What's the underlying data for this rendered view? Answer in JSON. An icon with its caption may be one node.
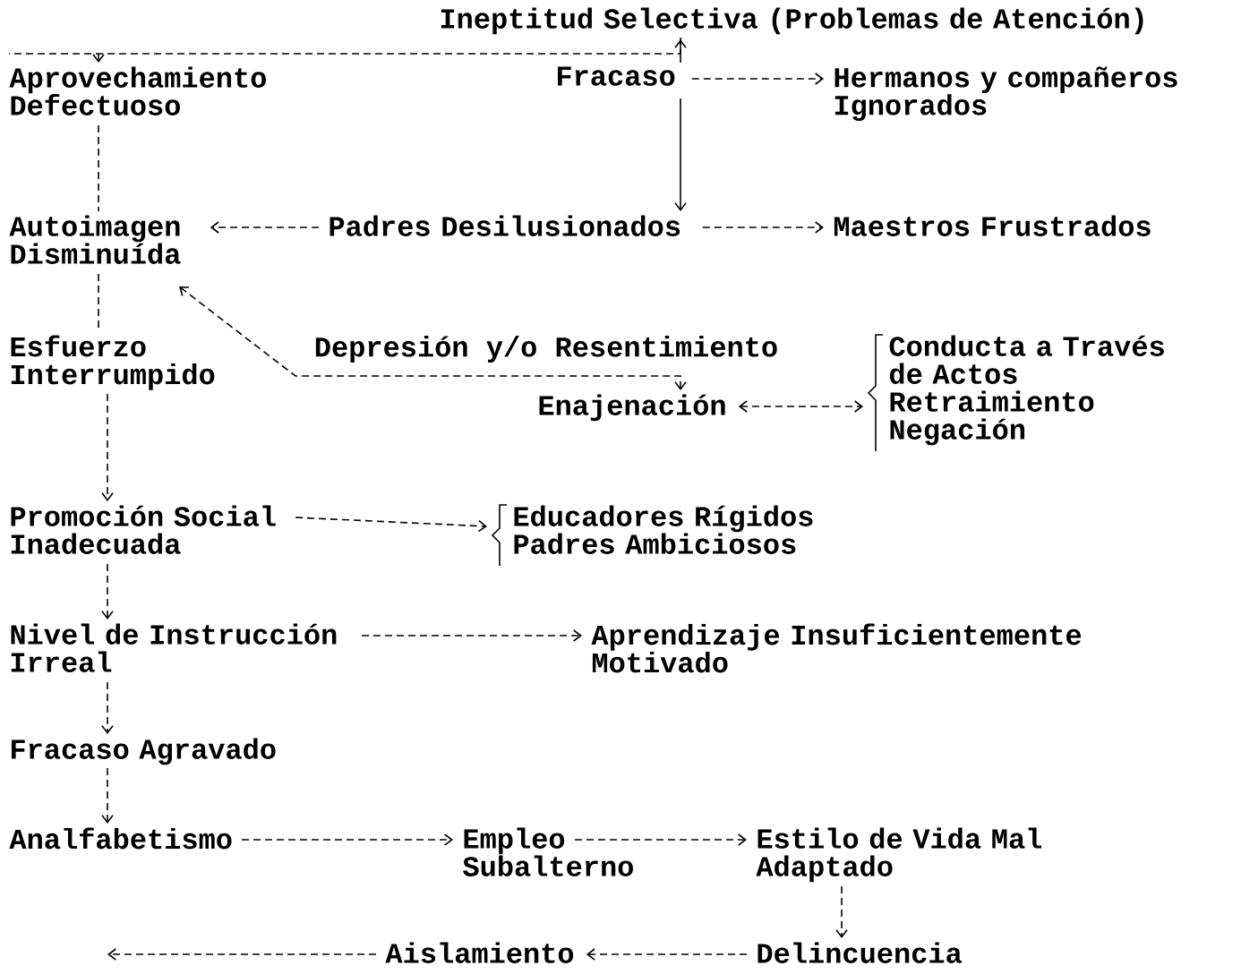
{
  "diagram": {
    "nodes": [
      {
        "text": [
          "Ineptitud Selectiva (Problemas de Atención)"
        ]
      },
      {
        "text": [
          "Aprovechamiento Defectuoso"
        ]
      },
      {
        "text": [
          "Fracaso"
        ]
      },
      {
        "text": [
          "Hermanos y compañeros Ignorados"
        ]
      },
      {
        "text": [
          "Autoimagen Disminuída"
        ]
      },
      {
        "text": [
          "Padres Desilusionados"
        ]
      },
      {
        "text": [
          "Maestros Frustrados"
        ]
      },
      {
        "text": [
          "Esfuerzo Interrumpido"
        ]
      },
      {
        "text": [
          "Enajenación"
        ]
      },
      {
        "text": [
          "Conducta a Través de Actos",
          "Retraimiento",
          "Negación"
        ]
      },
      {
        "text": [
          "Promoción Social Inadecuada"
        ]
      },
      {
        "text": [
          "Educadores Rígidos",
          "Padres Ambiciosos"
        ]
      },
      {
        "text": [
          "Nivel de Instrucción Irreal"
        ]
      },
      {
        "text": [
          "Aprendizaje Insuficientemente Motivado"
        ]
      },
      {
        "text": [
          "Fracaso Agravado"
        ]
      },
      {
        "text": [
          "Analfabetismo"
        ]
      },
      {
        "text": [
          "Empleo Subalterno"
        ]
      },
      {
        "text": [
          "Estilo de Vida Mal Adaptado"
        ]
      },
      {
        "text": [
          "Aislamiento"
        ]
      },
      {
        "text": [
          "Delincuencia"
        ]
      }
    ],
    "edges": [
      {
        "from": 0,
        "to": 1,
        "arrow": "to",
        "style": "dashed"
      },
      {
        "from": 2,
        "to": 0,
        "arrow": "to"
      },
      {
        "from": 2,
        "to": 3,
        "arrow": "to",
        "style": "dashed"
      },
      {
        "from": 2,
        "to": 5,
        "arrow": "to"
      },
      {
        "from": 1,
        "to": 4,
        "arrow": "none",
        "style": "dashed"
      },
      {
        "from": 5,
        "to": 4,
        "arrow": "to",
        "style": "dashed"
      },
      {
        "from": 5,
        "to": 6,
        "arrow": "to",
        "style": "dashed"
      },
      {
        "from": 4,
        "to": 7,
        "arrow": "none",
        "style": "dashed"
      },
      {
        "from": 4,
        "to": 8,
        "arrow": "both",
        "style": "dashed",
        "label": "Depresión y/o Resentimiento"
      },
      {
        "from": 8,
        "to": 9,
        "arrow": "both",
        "style": "dashed"
      },
      {
        "from": 7,
        "to": 10,
        "arrow": "to",
        "style": "dashed"
      },
      {
        "from": 10,
        "to": 11,
        "arrow": "to",
        "style": "dashed"
      },
      {
        "from": 10,
        "to": 12,
        "arrow": "to",
        "style": "dashed"
      },
      {
        "from": 12,
        "to": 13,
        "arrow": "to",
        "style": "dashed"
      },
      {
        "from": 12,
        "to": 14,
        "arrow": "to",
        "style": "dashed"
      },
      {
        "from": 14,
        "to": 15,
        "arrow": "to",
        "style": "dashed"
      },
      {
        "from": 15,
        "to": 16,
        "arrow": "to",
        "style": "dashed"
      },
      {
        "from": 16,
        "to": 17,
        "arrow": "to",
        "style": "dashed"
      },
      {
        "from": 17,
        "to": 19,
        "arrow": "to",
        "style": "dashed"
      },
      {
        "from": 19,
        "to": 18,
        "arrow": "to",
        "style": "dashed"
      },
      {
        "from": 18,
        "to": null,
        "arrow": "to",
        "style": "dashed"
      }
    ]
  }
}
